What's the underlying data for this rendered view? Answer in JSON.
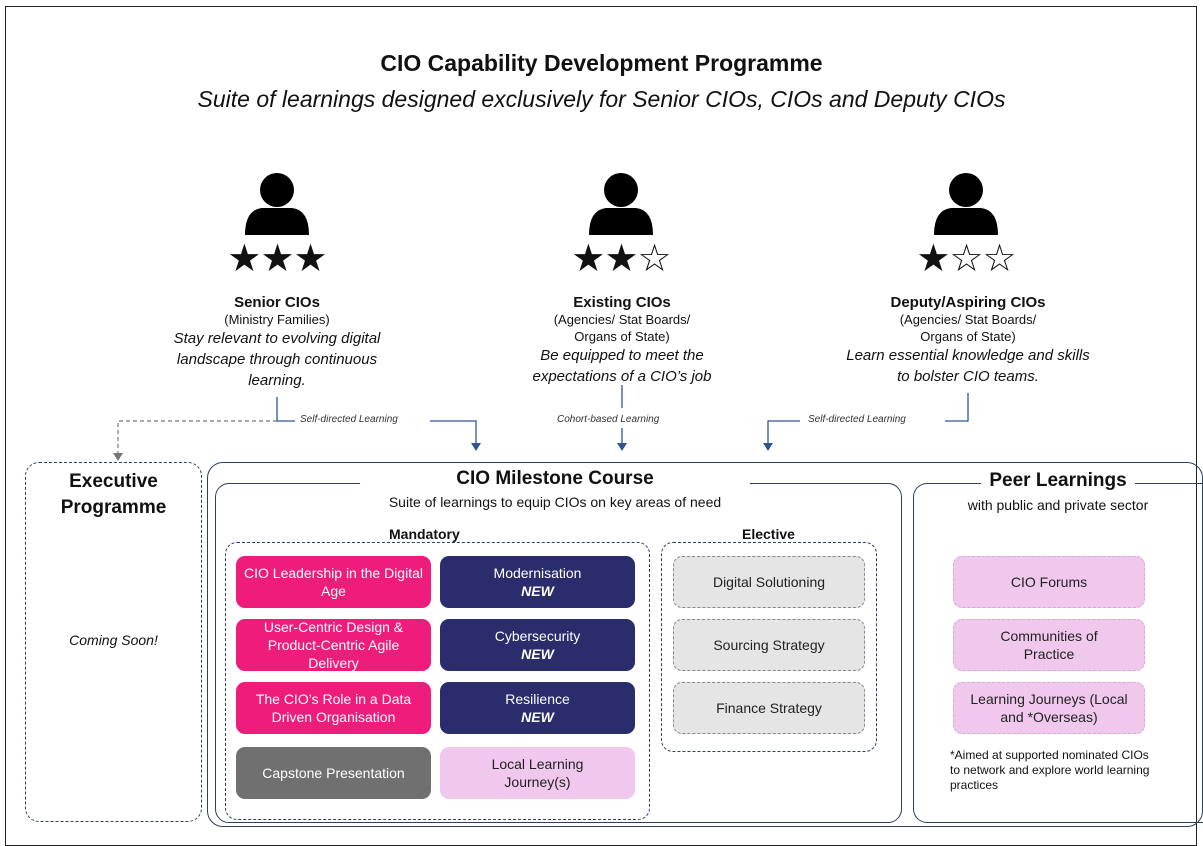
{
  "header": {
    "title": "CIO Capability Development Programme",
    "subtitle": "Suite of learnings designed exclusively for Senior CIOs, CIOs and Deputy CIOs"
  },
  "personas": [
    {
      "stars": "★★★",
      "name": "Senior CIOs",
      "org": "(Ministry Families)",
      "desc": "Stay relevant to evolving digital landscape through continuous learning."
    },
    {
      "stars": "★★☆",
      "name": "Existing CIOs",
      "org": "(Agencies/ Stat Boards/ Organs of State)",
      "desc": "Be equipped to meet the expectations of a CIO’s job"
    },
    {
      "stars": "★☆☆",
      "name": "Deputy/Aspiring CIOs",
      "org": "(Agencies/ Stat Boards/ Organs of State)",
      "desc": "Learn essential knowledge and skills to bolster CIO teams."
    }
  ],
  "connectors": {
    "left": "Self-directed Learning",
    "center": "Cohort-based Learning",
    "right": "Self-directed Learning"
  },
  "executive": {
    "title": "Executive Programme",
    "status": "Coming Soon!"
  },
  "milestone": {
    "title": "CIO Milestone Course",
    "subtitle": "Suite of learnings to equip CIOs on key areas of need",
    "mandatory_label": "Mandatory",
    "elective_label": "Elective",
    "mandatory_left": [
      "CIO Leadership in the Digital Age",
      "User-Centric Design & Product-Centric Agile Delivery",
      "The CIO’s Role in a Data Driven Organisation",
      "Capstone Presentation"
    ],
    "mandatory_right": [
      {
        "label": "Modernisation",
        "tag": "NEW"
      },
      {
        "label": "Cybersecurity",
        "tag": "NEW"
      },
      {
        "label": "Resilience",
        "tag": "NEW"
      },
      {
        "label": "Local Learning Journey(s)",
        "tag": ""
      }
    ],
    "elective": [
      "Digital Solutioning",
      "Sourcing Strategy",
      "Finance Strategy"
    ]
  },
  "peer": {
    "title": "Peer Learnings",
    "subtitle": "with public and private sector",
    "items": [
      "CIO Forums",
      "Communities of Practice",
      "Learning Journeys (Local and *Overseas)"
    ],
    "note": "*Aimed at supported nominated CIOs to network and explore world learning practices"
  },
  "colors": {
    "pink": "#ee1c7a",
    "navy": "#2a2c6b",
    "grey": "#707070",
    "light_pink": "#f0c8ee",
    "light_grey": "#e5e5e5",
    "border": "#2f3f5c"
  }
}
